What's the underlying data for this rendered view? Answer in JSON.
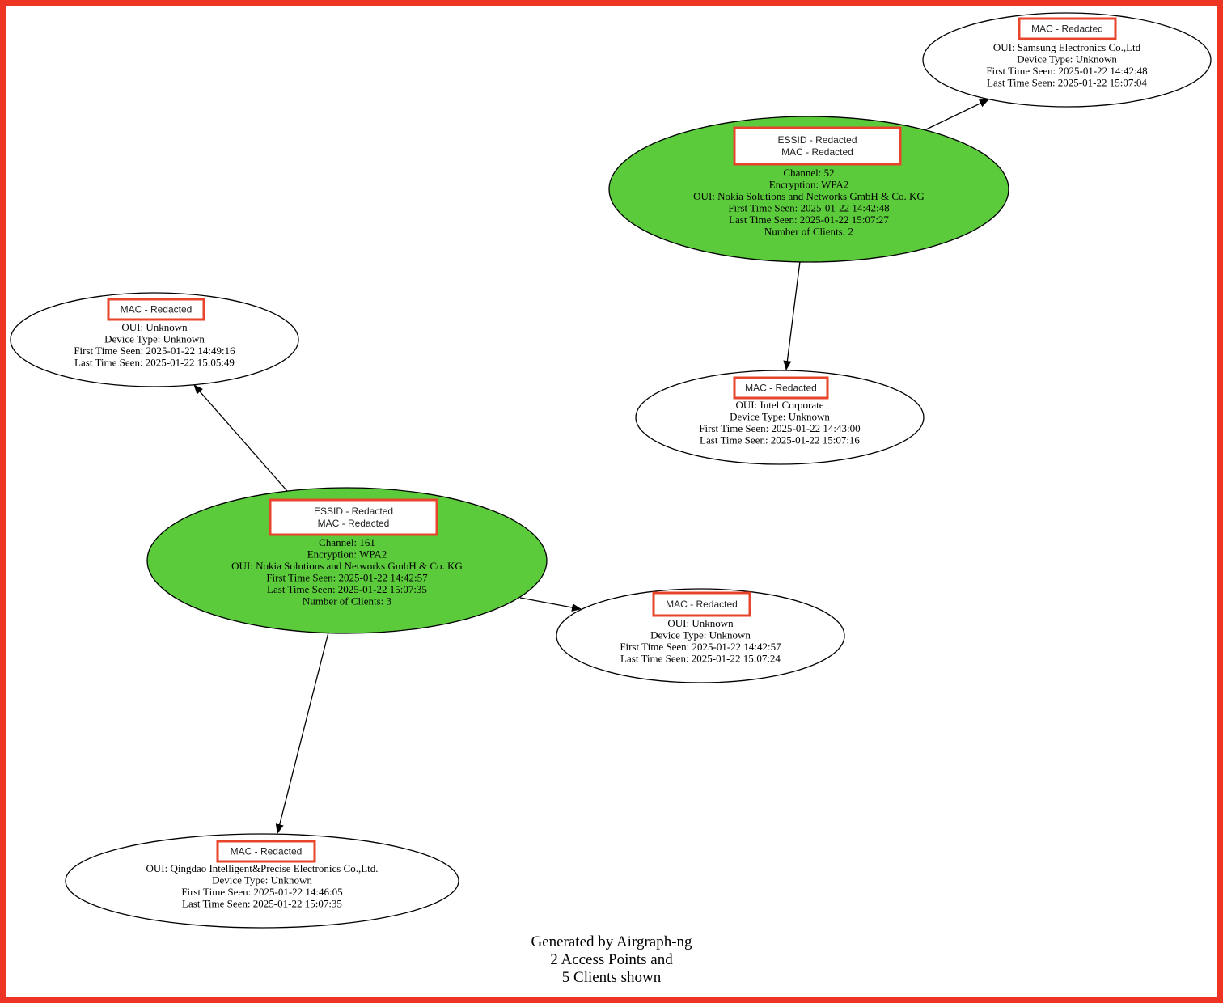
{
  "colors": {
    "ap_fill": "#5bcb3c",
    "client_fill": "#ffffff",
    "redact_border": "#e8432b",
    "frame": "#ee3524"
  },
  "nodes": [
    {
      "id": "ap1",
      "type": "access-point",
      "redacted": [
        "ESSID - Redacted",
        "MAC - Redacted"
      ],
      "lines": [
        "Channel: 52",
        "Encryption: WPA2",
        "OUI: Nokia Solutions and Networks GmbH & Co. KG",
        "First Time Seen:  2025-01-22 14:42:48",
        "Last Time Seen:  2025-01-22 15:07:27",
        "Number of Clients: 2"
      ]
    },
    {
      "id": "samsung",
      "type": "client",
      "redacted": [
        "MAC - Redacted"
      ],
      "lines": [
        "OUI: Samsung Electronics Co.,Ltd",
        "Device Type: Unknown",
        "First Time Seen:  2025-01-22 14:42:48",
        "Last Time Seen:  2025-01-22 15:07:04"
      ]
    },
    {
      "id": "intel",
      "type": "client",
      "redacted": [
        "MAC - Redacted"
      ],
      "lines": [
        "OUI: Intel Corporate",
        "Device Type: Unknown",
        "First Time Seen:  2025-01-22 14:43:00",
        "Last Time Seen:  2025-01-22 15:07:16"
      ]
    },
    {
      "id": "unknown1",
      "type": "client",
      "redacted": [
        "MAC - Redacted"
      ],
      "lines": [
        "OUI: Unknown",
        "Device Type: Unknown",
        "First Time Seen:  2025-01-22 14:49:16",
        "Last Time Seen:  2025-01-22 15:05:49"
      ]
    },
    {
      "id": "ap2",
      "type": "access-point",
      "redacted": [
        "ESSID - Redacted",
        "MAC - Redacted"
      ],
      "lines": [
        "Channel: 161",
        "Encryption: WPA2",
        "OUI: Nokia Solutions and Networks GmbH & Co. KG",
        "First Time Seen:  2025-01-22 14:42:57",
        "Last Time Seen:  2025-01-22 15:07:35",
        "Number of Clients: 3"
      ]
    },
    {
      "id": "unknown2",
      "type": "client",
      "redacted": [
        "MAC - Redacted"
      ],
      "lines": [
        "OUI: Unknown",
        "Device Type: Unknown",
        "First Time Seen:  2025-01-22 14:42:57",
        "Last Time Seen:  2025-01-22 15:07:24"
      ]
    },
    {
      "id": "qingdao",
      "type": "client",
      "redacted": [
        "MAC - Redacted"
      ],
      "lines": [
        "OUI: Qingdao Intelligent&Precise Electronics Co.,Ltd.",
        "Device Type: Unknown",
        "First Time Seen:  2025-01-22 14:46:05",
        "Last Time Seen:  2025-01-22 15:07:35"
      ]
    }
  ],
  "edges": [
    {
      "from": "ap1",
      "to": "samsung"
    },
    {
      "from": "ap1",
      "to": "intel"
    },
    {
      "from": "ap2",
      "to": "unknown1"
    },
    {
      "from": "ap2",
      "to": "unknown2"
    },
    {
      "from": "ap2",
      "to": "qingdao"
    }
  ],
  "footer": [
    "Generated by Airgraph-ng",
    "2 Access Points and",
    "5 Clients shown"
  ]
}
